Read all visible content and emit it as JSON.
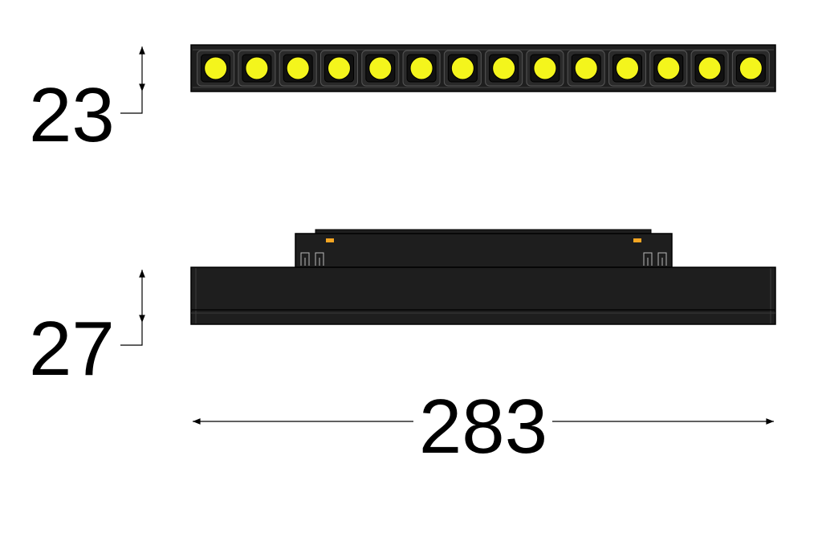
{
  "dimensions": {
    "top_height": "23",
    "side_height": "27",
    "length": "283"
  },
  "led_count": 14,
  "colors": {
    "housing": "#1e1e1e",
    "housing_dark": "#111111",
    "led_frame": "#2a2a2a",
    "led": "#f4f51c",
    "indicator": "#f5a623",
    "line": "#000000"
  }
}
